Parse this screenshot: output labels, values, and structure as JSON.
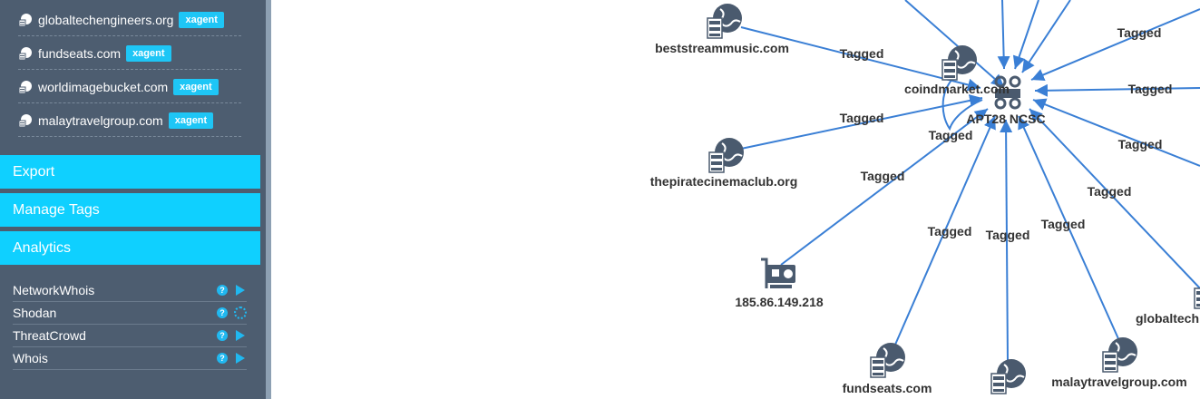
{
  "sidebar": {
    "domains": [
      {
        "label": "globaltechengineers.org",
        "badge": "xagent"
      },
      {
        "label": "fundseats.com",
        "badge": "xagent"
      },
      {
        "label": "worldimagebucket.com",
        "badge": "xagent"
      },
      {
        "label": "malaytravelgroup.com",
        "badge": "xagent"
      }
    ],
    "menu": {
      "export": "Export",
      "manage_tags": "Manage Tags",
      "analytics": "Analytics"
    },
    "analytics": [
      {
        "label": "NetworkWhois",
        "help": "?",
        "state": "run"
      },
      {
        "label": "Shodan",
        "help": "?",
        "state": "loading"
      },
      {
        "label": "ThreatCrowd",
        "help": "?",
        "state": "run"
      },
      {
        "label": "Whois",
        "help": "?",
        "state": "run"
      }
    ]
  },
  "graph": {
    "edge_label": "Tagged",
    "center": {
      "label_top": "coindmarket.com",
      "label_bottom": "APT28 NCSC"
    },
    "nodes": {
      "beststreammusic": "beststreammusic.com",
      "thepiratecinemaclub": "thepiratecinemaclub.org",
      "ip": "185.86.149.218",
      "fundseats": "fundseats.com",
      "malaytravelgroup": "malaytravelgroup.com",
      "globaltech": "globaltech"
    },
    "colors": {
      "edge": "#3a7fd5",
      "node_icon": "#4a5a6e"
    }
  }
}
